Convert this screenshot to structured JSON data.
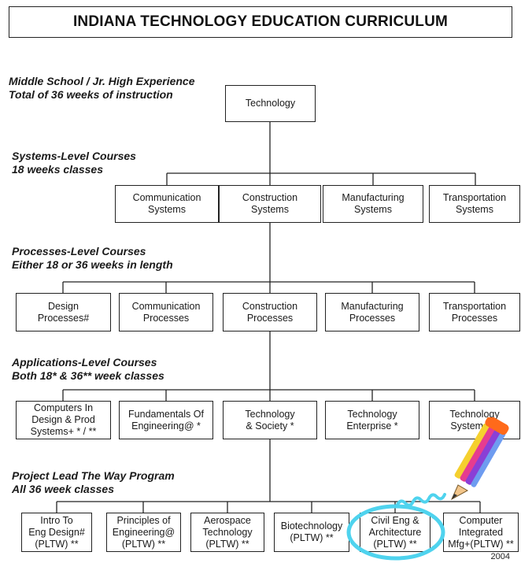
{
  "title": "INDIANA TECHNOLOGY EDUCATION CURRICULUM",
  "levels": {
    "middle_school": {
      "line1": "Middle School / Jr. High Experience",
      "line2": "Total of 36 weeks of instruction"
    },
    "systems": {
      "line1": "Systems-Level Courses",
      "line2": "18 weeks classes"
    },
    "processes": {
      "line1": "Processes-Level Courses",
      "line2": "Either 18 or 36 weeks in length"
    },
    "applications": {
      "line1": "Applications-Level Courses",
      "line2": "Both 18* & 36** week classes"
    },
    "pltw": {
      "line1": "Project Lead The Way Program",
      "line2": "All 36 week classes"
    }
  },
  "root": {
    "label": "Technology"
  },
  "systems_courses": [
    {
      "line1": "Communication",
      "line2": "Systems"
    },
    {
      "line1": "Construction",
      "line2": "Systems"
    },
    {
      "line1": "Manufacturing",
      "line2": "Systems"
    },
    {
      "line1": "Transportation",
      "line2": "Systems"
    }
  ],
  "processes_courses": [
    {
      "line1": "Design",
      "line2": "Processes#"
    },
    {
      "line1": "Communication",
      "line2": "Processes"
    },
    {
      "line1": "Construction",
      "line2": "Processes"
    },
    {
      "line1": "Manufacturing",
      "line2": "Processes"
    },
    {
      "line1": "Transportation",
      "line2": "Processes"
    }
  ],
  "applications_courses": [
    {
      "line1": "Computers In",
      "line2": "Design & Prod",
      "line3": "Systems+ * / **"
    },
    {
      "line1": "Fundamentals Of",
      "line2": "Engineering@ *"
    },
    {
      "line1": "Technology",
      "line2": "& Society *"
    },
    {
      "line1": "Technology",
      "line2": "Enterprise *"
    },
    {
      "line1": "Technology",
      "line2": "Systems **"
    }
  ],
  "pltw_courses": [
    {
      "line1": "Intro To",
      "line2": "Eng Design#",
      "line3": "(PLTW) **"
    },
    {
      "line1": "Principles of",
      "line2": "Engineering@",
      "line3": "(PLTW) **"
    },
    {
      "line1": "Aerospace",
      "line2": "Technology",
      "line3": "(PLTW) **"
    },
    {
      "line1": "Biotechnology",
      "line2": "(PLTW) **"
    },
    {
      "line1": "Civil Eng &",
      "line2": "Architecture",
      "line3": "(PLTW) **"
    },
    {
      "line1": "Computer",
      "line2": "Integrated",
      "line3": "Mfg+(PLTW) **"
    }
  ],
  "annotation": {
    "pencil_icon": "pencil-icon",
    "highlight_color": "#4fd3ee",
    "highlighted_course": "Civil Eng & Architecture"
  },
  "year": "2004"
}
